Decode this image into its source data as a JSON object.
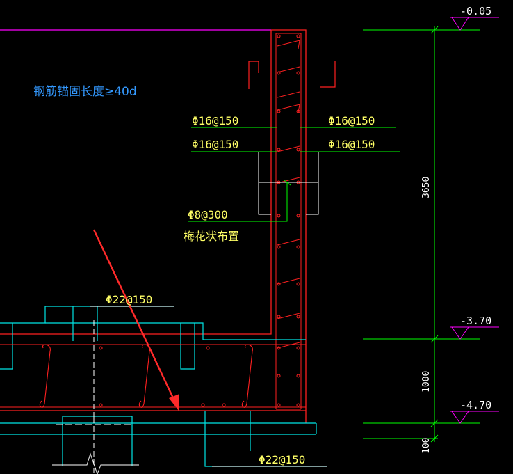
{
  "colors": {
    "background": "#000000",
    "rebar": "#ff2020",
    "wall": "#ff00ff",
    "concrete": "#00e5e5",
    "leader": "#00ff00",
    "white": "#ffffff",
    "label": "#ffff66",
    "note": "#3399ff",
    "arrow": "#ff2a2a"
  },
  "note_text": "钢筋锚固长度≥40d",
  "labels": {
    "bar_upper_left": "Φ16@150",
    "bar_upper_right": "Φ16@150",
    "bar_lower_left": "Φ16@150",
    "bar_lower_right": "Φ16@150",
    "tie_bar": "Φ8@300",
    "tie_note": "梅花状布置",
    "slab_top": "Φ22@150",
    "slab_bottom": "Φ22@150"
  },
  "elevations": {
    "top": "-0.05",
    "middle": "-3.70",
    "bottom": "-4.70"
  },
  "dimensions": {
    "wall_height": "3650",
    "slab_thickness": "1000",
    "cushion": "100"
  }
}
